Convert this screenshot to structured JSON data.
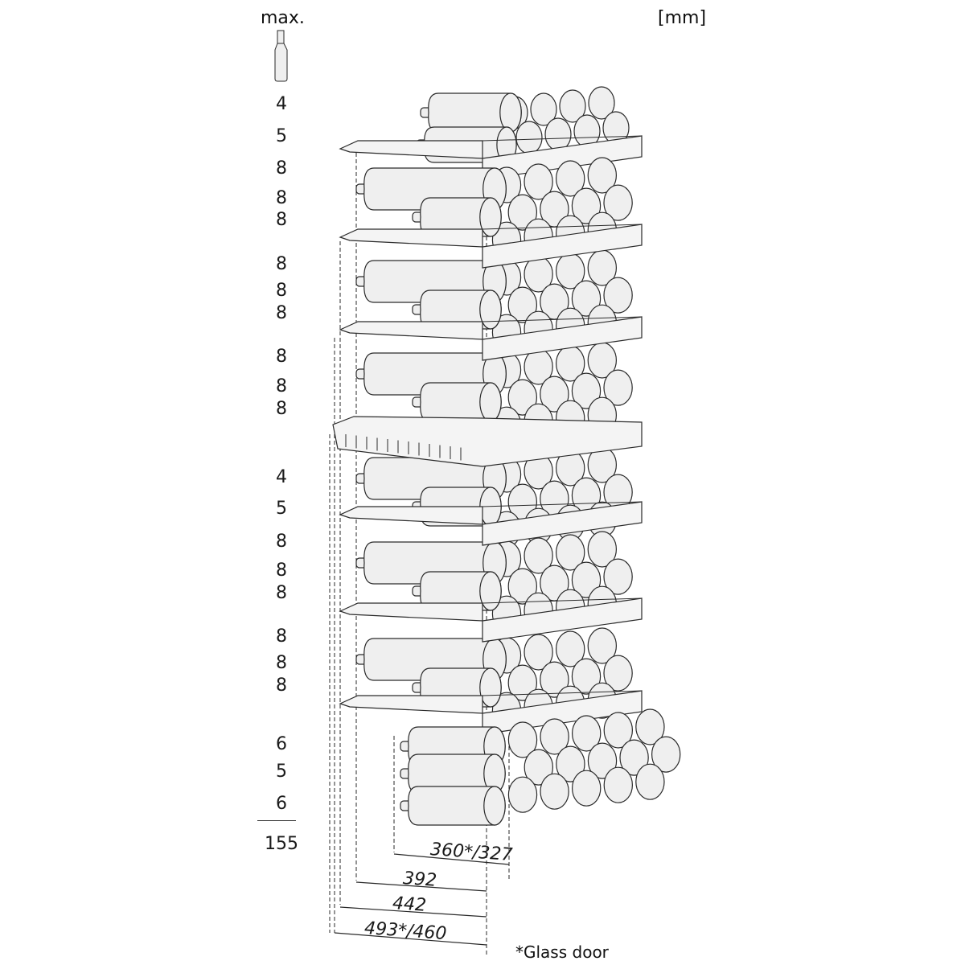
{
  "header": {
    "max_label": "max.",
    "unit_label": "[mm]"
  },
  "row_counts": [
    "4",
    "5",
    "8",
    "8",
    "8",
    "8",
    "8",
    "8",
    "8",
    "8",
    "8",
    "4",
    "5",
    "8",
    "8",
    "8",
    "8",
    "8",
    "8",
    "6",
    "5",
    "6"
  ],
  "total": "155",
  "dimensions": [
    "360*/327",
    "392",
    "442",
    "493*/460"
  ],
  "note": "*Glass door",
  "colors": {
    "line": "#2a2a2a",
    "bottle": "#efefef",
    "shelf": "#f4f4f4"
  }
}
